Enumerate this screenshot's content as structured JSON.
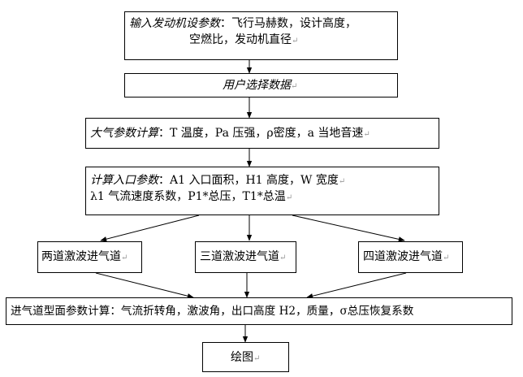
{
  "nodes": {
    "n1": {
      "head": "输入发动机设参数",
      "body": "：飞行马赫数，设计高度，",
      "line2": "空燃比，发动机直径"
    },
    "n2": {
      "head": "用户选择数据"
    },
    "n3": {
      "head": "大气参数计算",
      "body": "：T 温度，Pa 压强，ρ密度，a 当地音速"
    },
    "n4": {
      "head": "计算入口参数",
      "body": "：A1 入口面积，H1 高度，W 宽度",
      "line2": "λ1 气流速度系数，P1*总压，T1*总温"
    },
    "n5": {
      "text": "两道激波进气道"
    },
    "n6": {
      "text": "三道激波进气道"
    },
    "n7": {
      "text": "四道激波进气道"
    },
    "n8": {
      "text": "进气道型面参数计算：气流折转角，激波角，出口高度 H2，质量，σ总压恢复系数"
    },
    "n9": {
      "text": "绘图"
    }
  },
  "marks": {
    "paragraph": "↵",
    "cell": "↵"
  },
  "colors": {
    "line": "#000000",
    "box_fill": "#ffffff",
    "paragraph_mark": "#9a9a9a"
  }
}
